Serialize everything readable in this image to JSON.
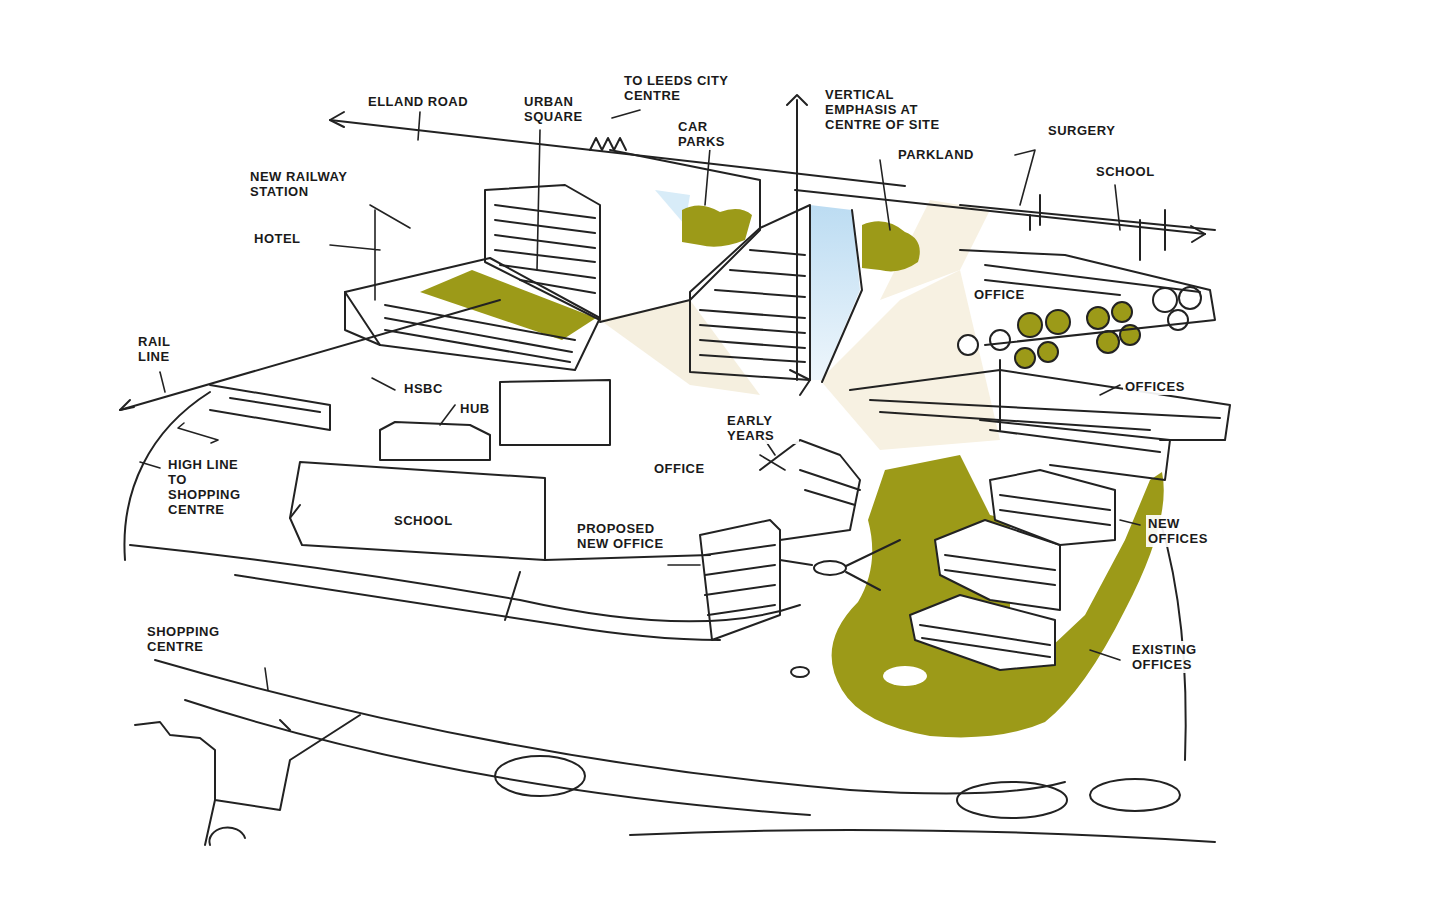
{
  "diagram": {
    "labels": [
      "ELLAND ROAD",
      "URBAN SQUARE",
      "TO LEEDS CITY CENTRE",
      "CAR PARKS",
      "VERTICAL EMPHASIS AT CENTRE OF SITE",
      "PARKLAND",
      "SURGERY",
      "SCHOOL",
      "NEW RAILWAY STATION",
      "HOTEL",
      "OFFICE",
      "RAIL LINE",
      "HSBC",
      "HUB",
      "OFFICES",
      "HIGH LINE TO SHOPPING CENTRE",
      "EARLY YEARS",
      "OFFICE",
      "SCHOOL",
      "PROPOSED NEW OFFICE",
      "NEW OFFICES",
      "EXISTING OFFICES",
      "SHOPPING CENTRE"
    ]
  }
}
